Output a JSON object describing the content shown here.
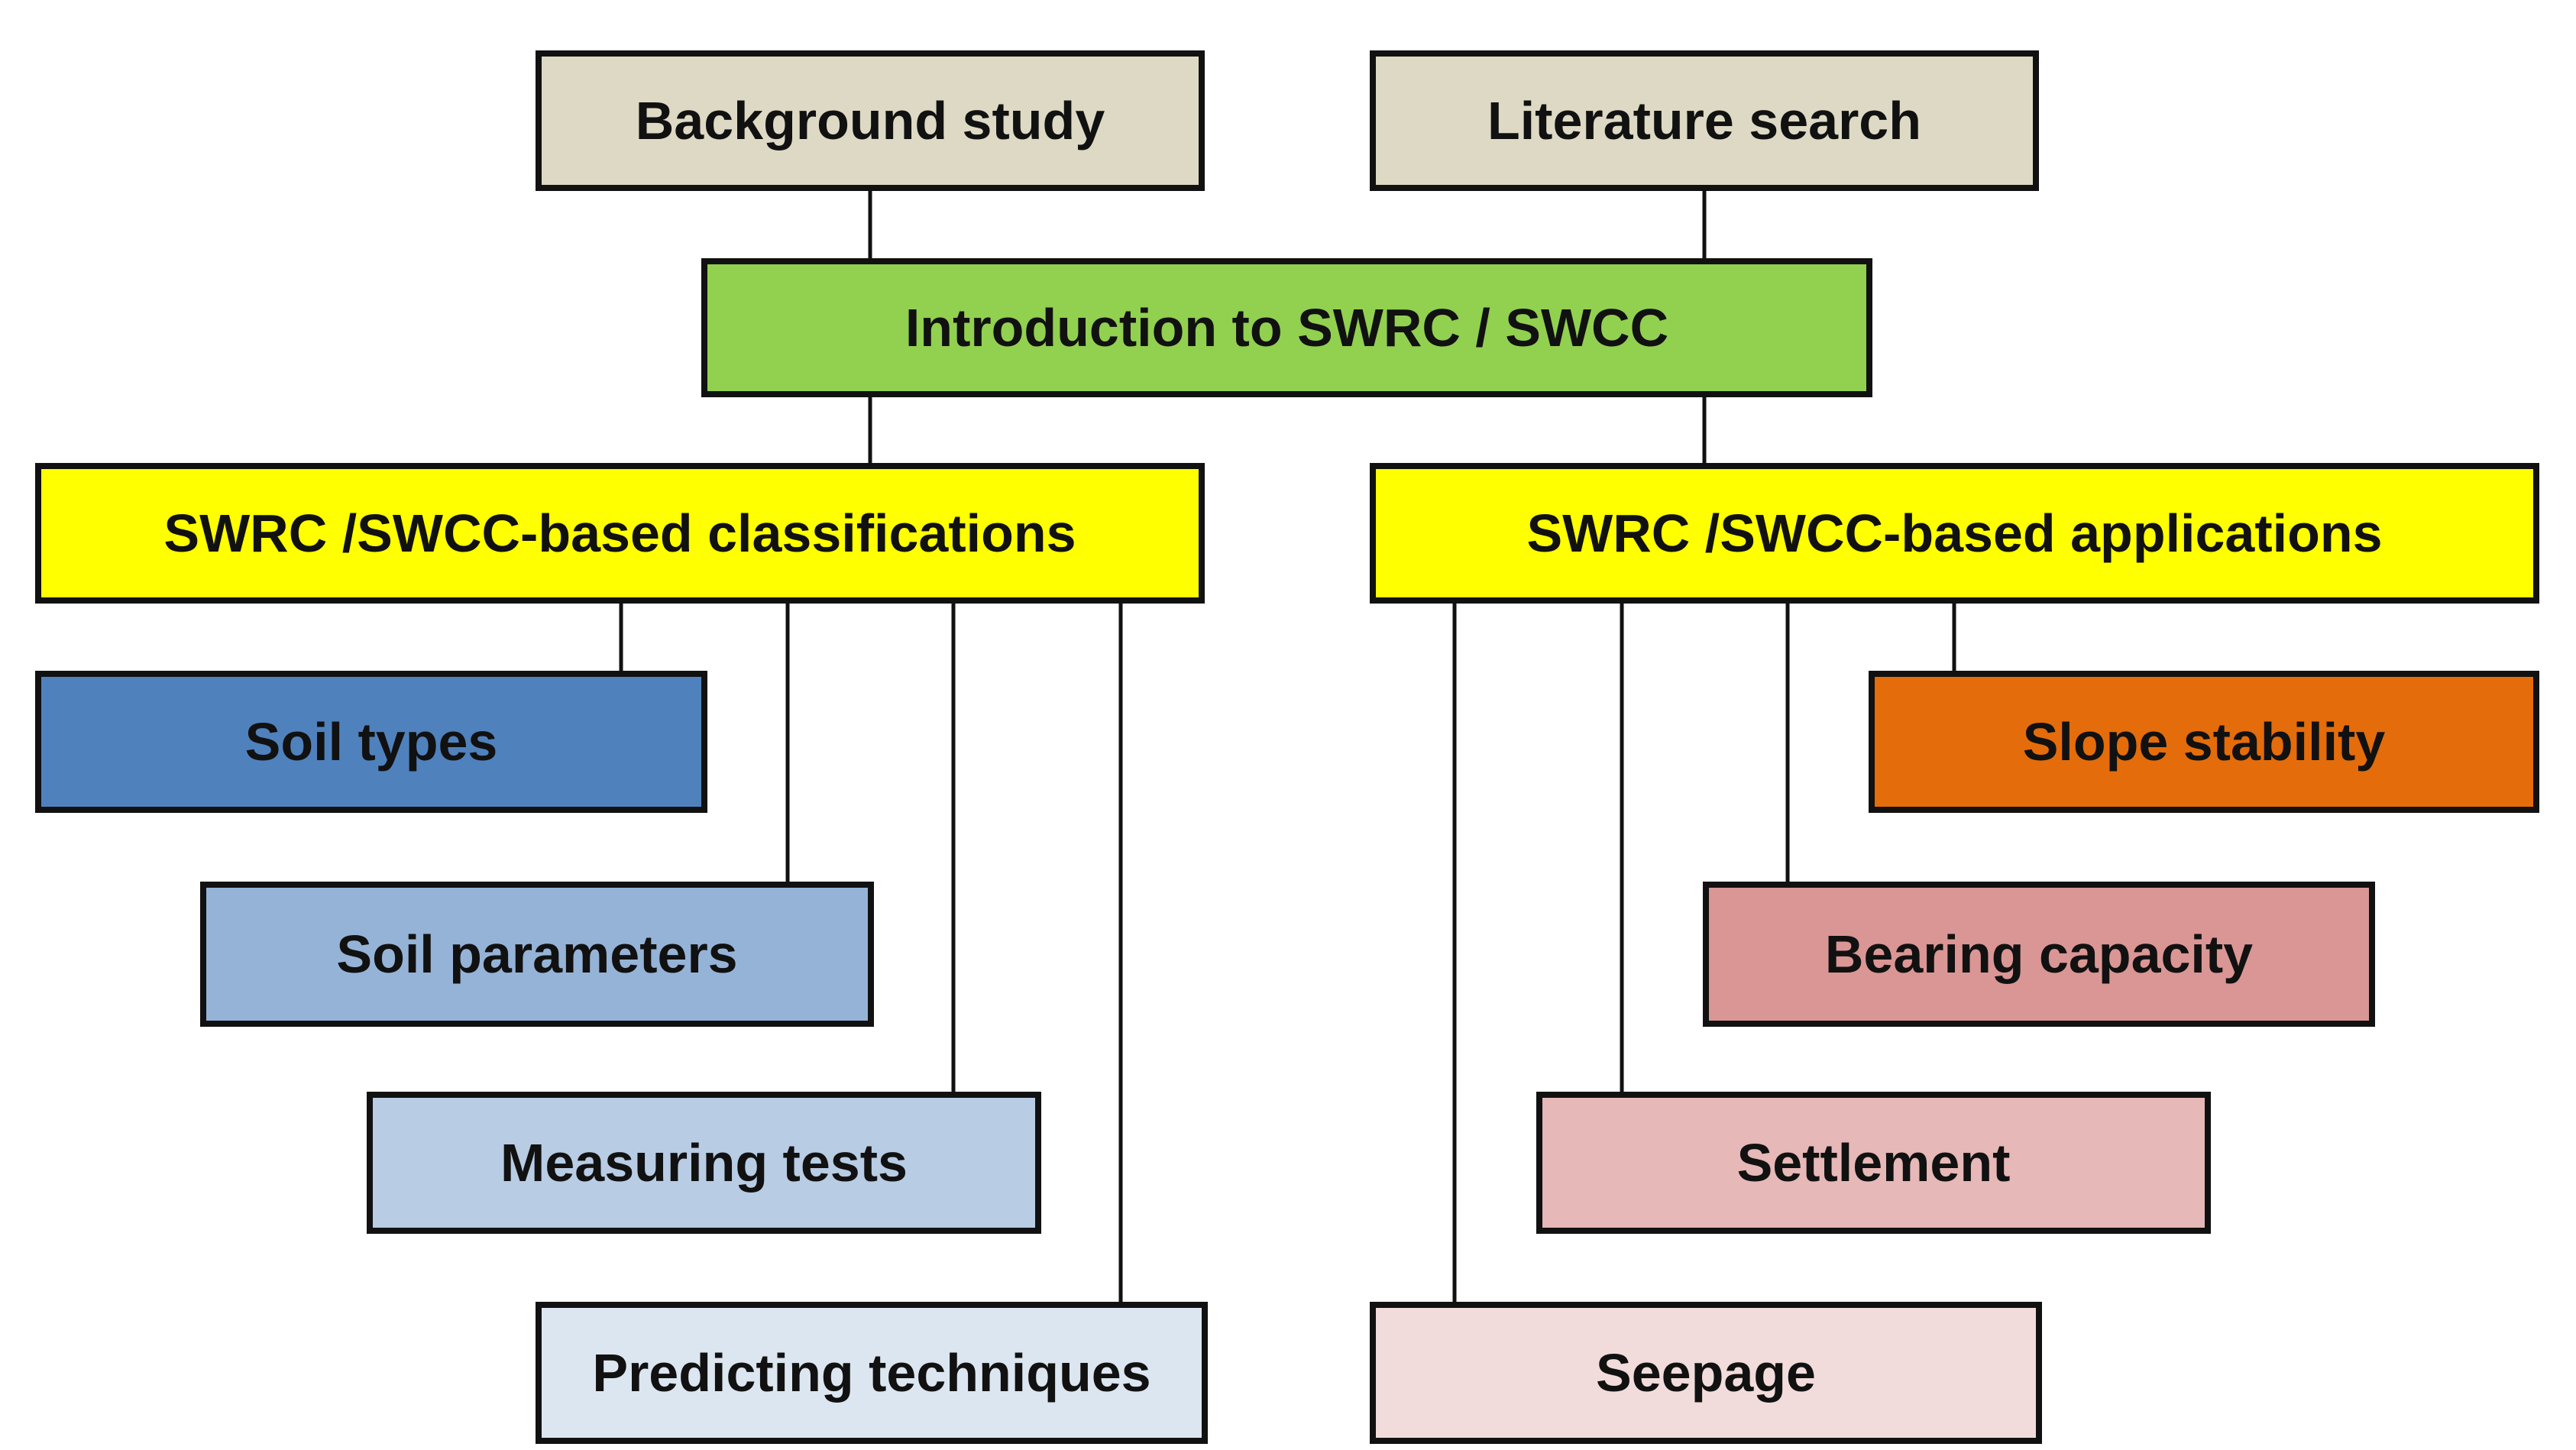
{
  "nodes": {
    "background_study": {
      "label": "Background study",
      "color": "#DDD9C4"
    },
    "literature_search": {
      "label": "Literature search",
      "color": "#DDD9C4"
    },
    "introduction": {
      "label": "Introduction to SWRC / SWCC",
      "color": "#92D050"
    },
    "classifications": {
      "label": "SWRC /SWCC-based classifications",
      "color": "#FFFF00"
    },
    "applications": {
      "label": "SWRC /SWCC-based applications",
      "color": "#FFFF00"
    },
    "soil_types": {
      "label": "Soil types",
      "color": "#4F81BD"
    },
    "soil_parameters": {
      "label": "Soil parameters",
      "color": "#95B3D7"
    },
    "measuring_tests": {
      "label": "Measuring tests",
      "color": "#B8CCE4"
    },
    "predicting_techniques": {
      "label": "Predicting techniques",
      "color": "#DCE6F1"
    },
    "slope_stability": {
      "label": "Slope stability",
      "color": "#E46C0A"
    },
    "bearing_capacity": {
      "label": "Bearing capacity",
      "color": "#DA9694"
    },
    "settlement": {
      "label": "Settlement",
      "color": "#E6B8B7"
    },
    "seepage": {
      "label": "Seepage",
      "color": "#F2DCDB"
    }
  },
  "edges": [
    [
      "background_study",
      "introduction"
    ],
    [
      "literature_search",
      "introduction"
    ],
    [
      "introduction",
      "classifications"
    ],
    [
      "introduction",
      "applications"
    ],
    [
      "classifications",
      "soil_types"
    ],
    [
      "classifications",
      "soil_parameters"
    ],
    [
      "classifications",
      "measuring_tests"
    ],
    [
      "classifications",
      "predicting_techniques"
    ],
    [
      "applications",
      "slope_stability"
    ],
    [
      "applications",
      "bearing_capacity"
    ],
    [
      "applications",
      "settlement"
    ],
    [
      "applications",
      "seepage"
    ]
  ]
}
